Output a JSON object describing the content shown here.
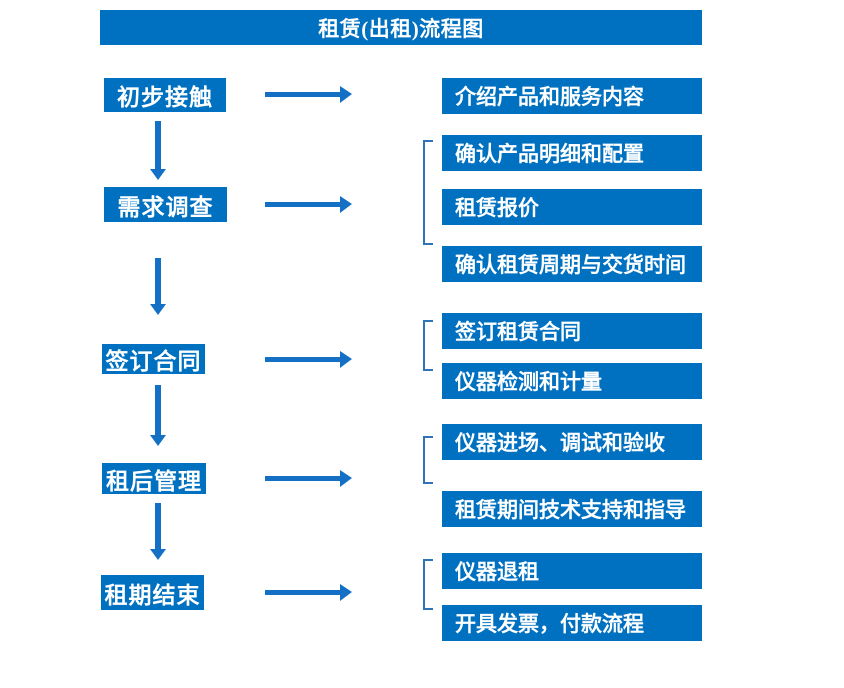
{
  "title": "租赁(出租)流程图",
  "colors": {
    "box_fill": "#0070C0",
    "arrow": "#1470C4",
    "bracket": "#2E75B6",
    "text": "#FFFFFF",
    "background": "#FFFFFF"
  },
  "steps": [
    {
      "label": "初步接触",
      "details": [
        "介绍产品和服务内容"
      ]
    },
    {
      "label": "需求调查",
      "details": [
        "确认产品明细和配置",
        "租赁报价",
        "确认租赁周期与交货时间"
      ]
    },
    {
      "label": "签订合同",
      "details": [
        "签订租赁合同",
        "仪器检测和计量"
      ]
    },
    {
      "label": "租后管理",
      "details": [
        "仪器进场、调试和验收",
        "租赁期间技术支持和指导"
      ]
    },
    {
      "label": "租期结束",
      "details": [
        "仪器退租",
        "开具发票，付款流程"
      ]
    }
  ]
}
